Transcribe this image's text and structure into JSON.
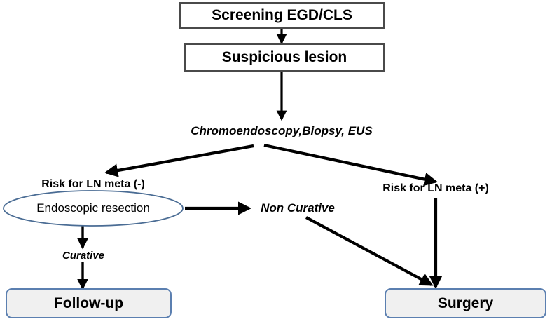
{
  "diagram": {
    "title": "Clinical management flowchart for suspicious lesion on screening endoscopy",
    "colors": {
      "rect_border": "#4a4a4a",
      "rounded_border": "#5b7fb0",
      "rounded_fill": "#f0f0f0",
      "ellipse_border": "#4a6c94",
      "arrow": "#000000",
      "text": "#000000",
      "background": "#ffffff"
    },
    "nodes": {
      "screening": {
        "label": "Screening EGD/CLS",
        "shape": "rectangle"
      },
      "suspicious": {
        "label": "Suspicious lesion",
        "shape": "rectangle"
      },
      "workup": {
        "label": "Chromoendoscopy,Biopsy, EUS",
        "shape": "text"
      },
      "risk_negative": {
        "label": "Risk for LN meta (-)",
        "shape": "text"
      },
      "risk_positive": {
        "label": "Risk for LN meta (+)",
        "shape": "text"
      },
      "endoscopic_resection": {
        "label": "Endoscopic resection",
        "shape": "ellipse"
      },
      "non_curative": {
        "label": "Non Curative",
        "shape": "text"
      },
      "curative": {
        "label": "Curative",
        "shape": "text"
      },
      "follow_up": {
        "label": "Follow-up",
        "shape": "rounded-rectangle"
      },
      "surgery": {
        "label": "Surgery",
        "shape": "rounded-rectangle"
      }
    },
    "edges": [
      {
        "from": "screening",
        "to": "suspicious",
        "style": "arrow-down"
      },
      {
        "from": "suspicious",
        "to": "workup",
        "style": "arrow-down"
      },
      {
        "from": "workup",
        "to": "risk_negative",
        "style": "arrow-diagonal-left"
      },
      {
        "from": "workup",
        "to": "risk_positive",
        "style": "arrow-diagonal-right"
      },
      {
        "from": "endoscopic_resection",
        "to": "non_curative",
        "style": "arrow-right"
      },
      {
        "from": "endoscopic_resection",
        "to": "curative",
        "style": "arrow-down"
      },
      {
        "from": "curative",
        "to": "follow_up",
        "style": "arrow-down"
      },
      {
        "from": "risk_positive",
        "to": "surgery",
        "style": "arrow-down"
      },
      {
        "from": "non_curative",
        "to": "surgery",
        "style": "arrow-diagonal-right"
      }
    ]
  }
}
